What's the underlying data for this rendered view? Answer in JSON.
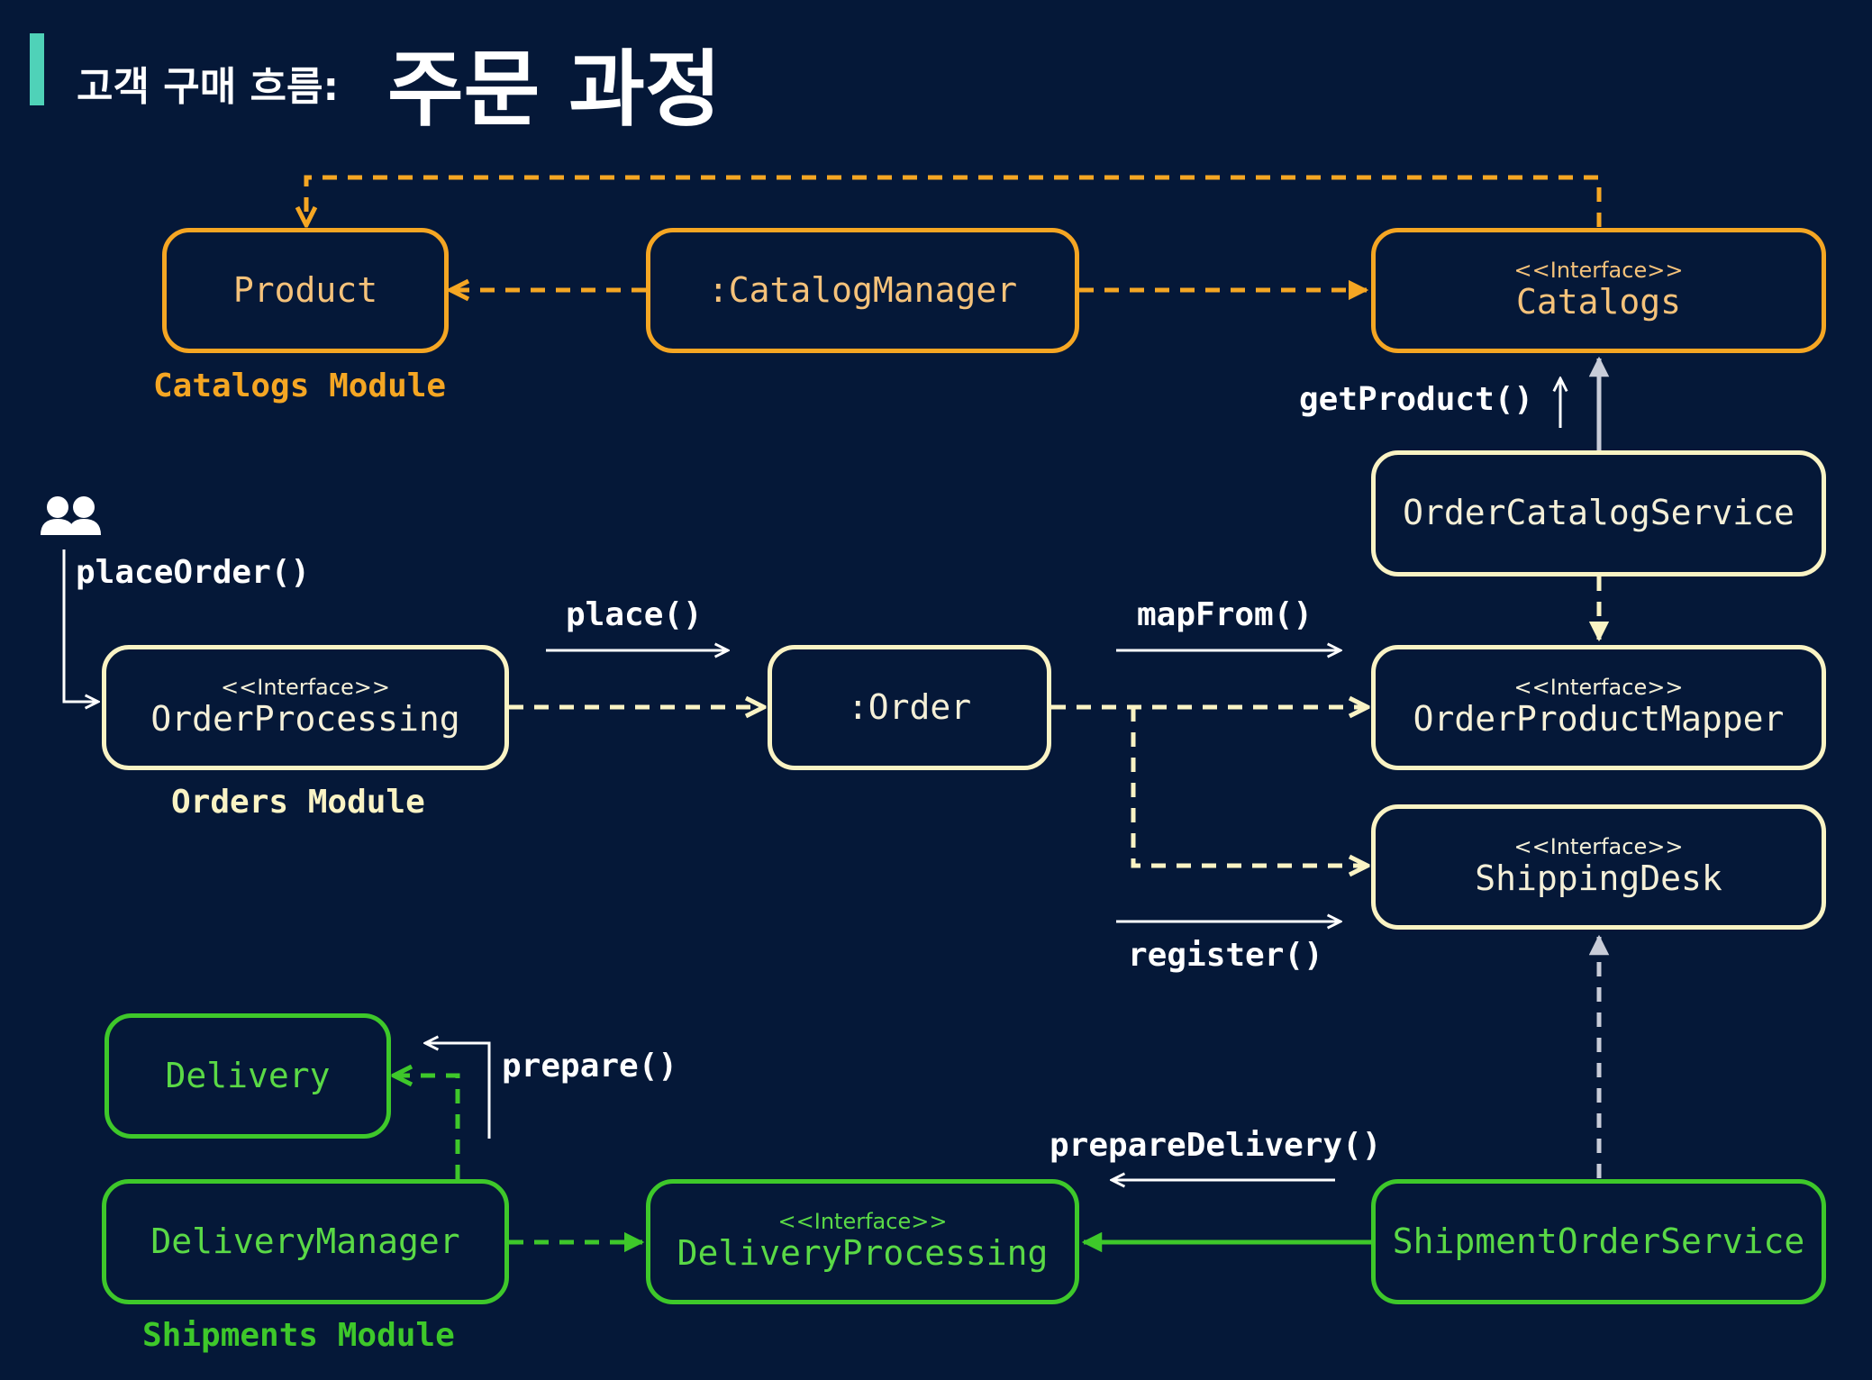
{
  "title": {
    "prefix": "고객 구매 흐름:",
    "main": "주문 과정"
  },
  "colors": {
    "background": "#051838",
    "catalogs": "#f5a623",
    "orders": "#faf3c4",
    "shipments": "#3ec82a",
    "accent": "#4fd2b8"
  },
  "nodes": {
    "product": {
      "name": "Product"
    },
    "catalog_manager": {
      "name": ":CatalogManager"
    },
    "catalogs": {
      "stereotype": "<<Interface>>",
      "name": "Catalogs"
    },
    "order_catalog_service": {
      "name": "OrderCatalogService"
    },
    "order_processing": {
      "stereotype": "<<Interface>>",
      "name": "OrderProcessing"
    },
    "order": {
      "name": ":Order"
    },
    "order_product_mapper": {
      "stereotype": "<<Interface>>",
      "name": "OrderProductMapper"
    },
    "shipping_desk": {
      "stereotype": "<<Interface>>",
      "name": "ShippingDesk"
    },
    "delivery": {
      "name": "Delivery"
    },
    "delivery_manager": {
      "name": "DeliveryManager"
    },
    "delivery_processing": {
      "stereotype": "<<Interface>>",
      "name": "DeliveryProcessing"
    },
    "shipment_order_service": {
      "name": "ShipmentOrderService"
    }
  },
  "modules": {
    "catalogs": "Catalogs Module",
    "orders": "Orders Module",
    "shipments": "Shipments Module"
  },
  "calls": {
    "get_product": "getProduct()",
    "place_order": "placeOrder()",
    "place": "place()",
    "map_from": "mapFrom()",
    "register": "register()",
    "prepare": "prepare()",
    "prepare_delivery": "prepareDelivery()"
  },
  "icons": {
    "actor": "users-icon"
  }
}
